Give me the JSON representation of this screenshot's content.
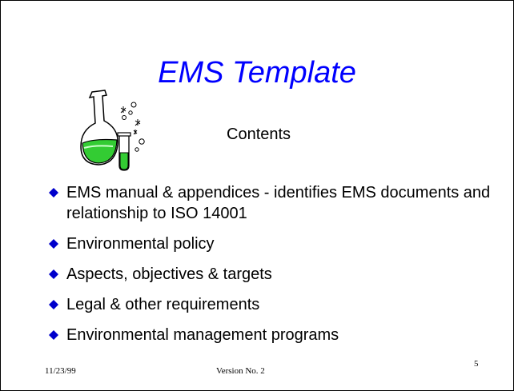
{
  "slide": {
    "title": "EMS Template",
    "subtitle": "Contents",
    "bullets": [
      "EMS manual & appendices - identifies EMS documents and relationship to ISO 14001",
      "Environmental policy",
      "Aspects, objectives & targets",
      "Legal & other requirements",
      "Environmental management programs"
    ],
    "clipart_icon": "chemistry-flask-icon",
    "bullet_icon": "diamond-bullet-icon",
    "footer": {
      "date": "11/23/99",
      "version": "Version No. 2",
      "page_number": "5"
    },
    "colors": {
      "title": "#0000ff",
      "bullet": "#0000cc",
      "liquid": "#33cc33",
      "text": "#000000"
    }
  }
}
